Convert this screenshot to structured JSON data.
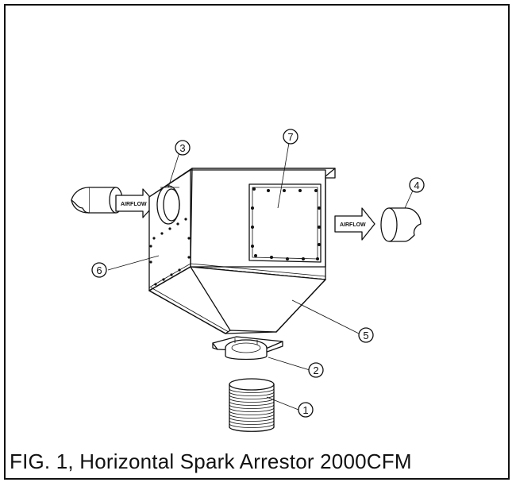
{
  "caption": "FIG. 1, Horizontal Spark Arrestor 2000CFM",
  "airflow_labels": {
    "inlet": "AIRFLOW",
    "outlet": "AIRFLOW"
  },
  "callouts": [
    {
      "id": "callout-1",
      "number": "1"
    },
    {
      "id": "callout-2",
      "number": "2"
    },
    {
      "id": "callout-3",
      "number": "3"
    },
    {
      "id": "callout-4",
      "number": "4"
    },
    {
      "id": "callout-5",
      "number": "5"
    },
    {
      "id": "callout-6",
      "number": "6"
    },
    {
      "id": "callout-7",
      "number": "7"
    }
  ]
}
